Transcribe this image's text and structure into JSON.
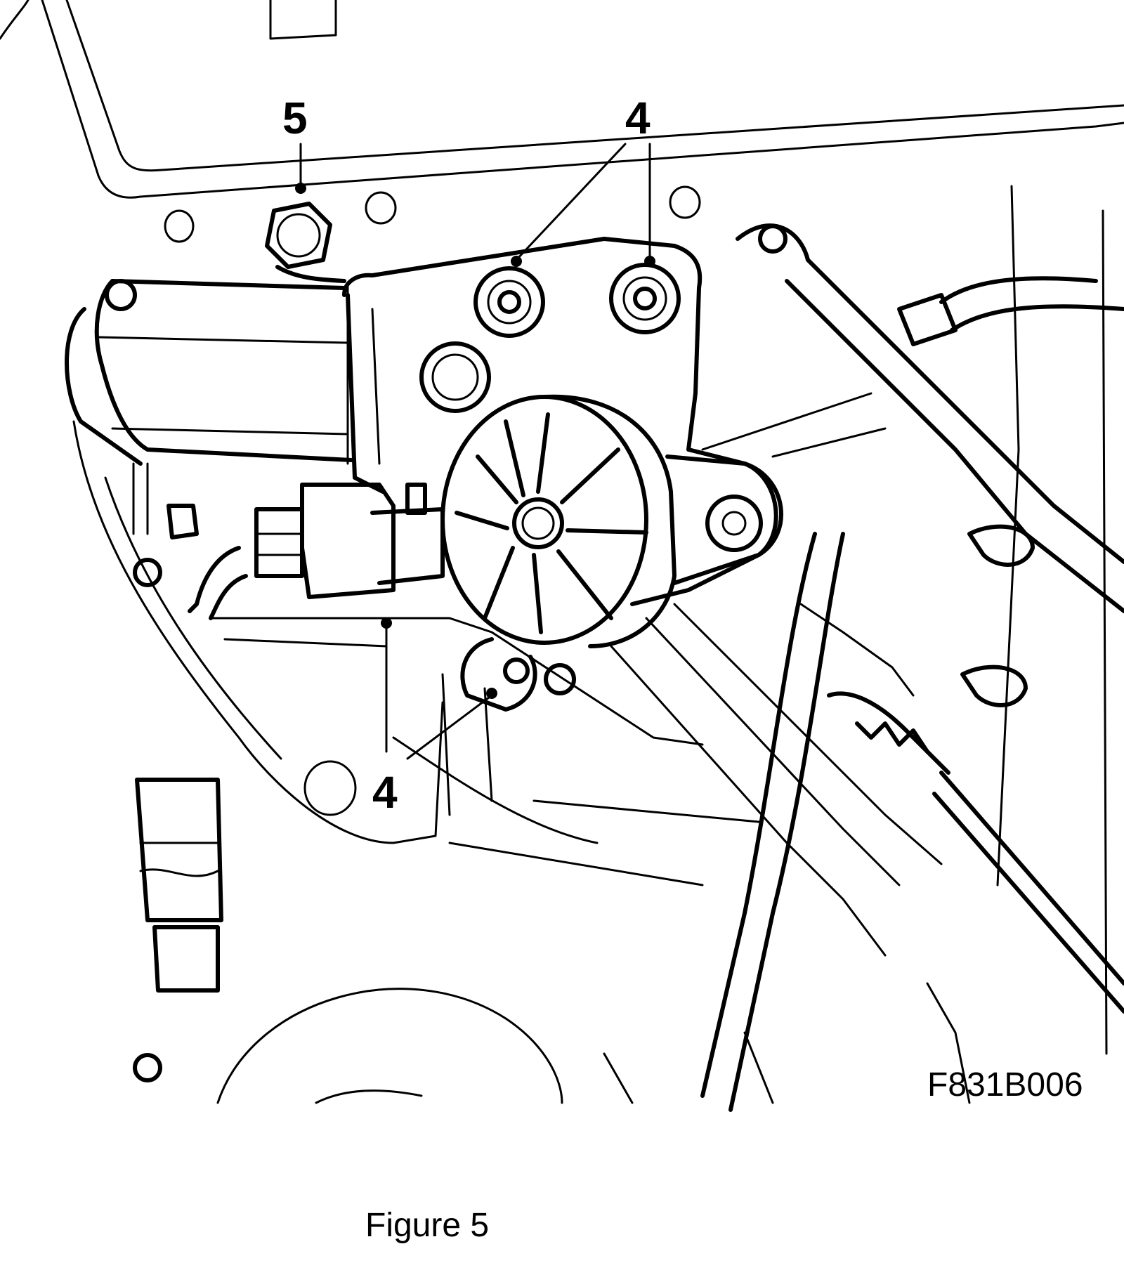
{
  "figure": {
    "code": "F831B006",
    "caption": "Figure 5"
  },
  "callouts": {
    "nut": "5",
    "bolt_upper_left": "4",
    "bolt_upper_right": "4",
    "bolt_lower": "4"
  },
  "colors": {
    "line": "#000000",
    "background": "#ffffff"
  }
}
